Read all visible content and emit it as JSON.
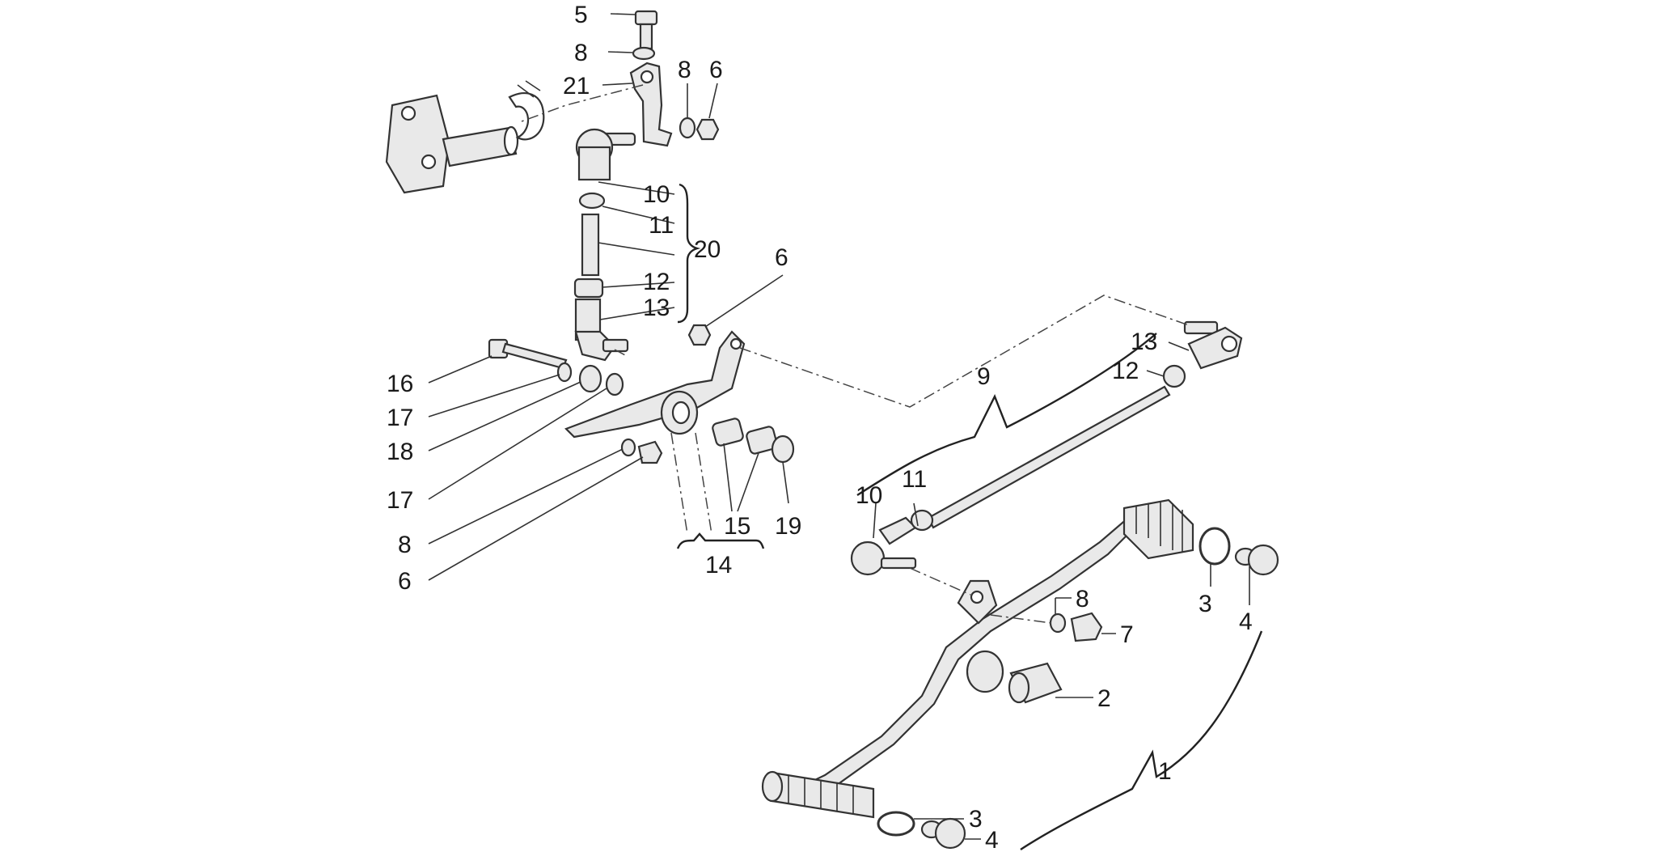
{
  "callouts": {
    "c5": "5",
    "c8a": "8",
    "c21": "21",
    "c8b": "8",
    "c6a": "6",
    "c10a": "10",
    "c11a": "11",
    "c20": "20",
    "c12a": "12",
    "c13a": "13",
    "c6b": "6",
    "c16": "16",
    "c17a": "17",
    "c18": "18",
    "c17b": "17",
    "c8c": "8",
    "c6c": "6",
    "c15": "15",
    "c19": "19",
    "c14": "14",
    "c9": "9",
    "c13b": "13",
    "c12b": "12",
    "c10b": "10",
    "c11b": "11",
    "c8d": "8",
    "c7": "7",
    "c3a": "3",
    "c4a": "4",
    "c2": "2",
    "c1": "1",
    "c3b": "3",
    "c4b": "4"
  }
}
